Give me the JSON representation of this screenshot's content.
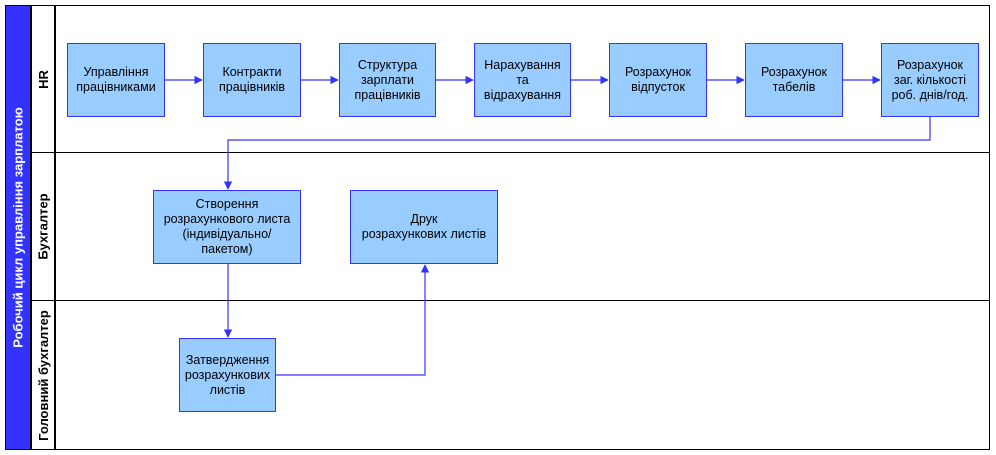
{
  "pool": {
    "title": "Робочий цикл управління зарплатою",
    "fill": "#3333ff"
  },
  "lanes": [
    {
      "label": "HR"
    },
    {
      "label": "Бухгалтер"
    },
    {
      "label": "Головний бухгалтер"
    }
  ],
  "boxes": {
    "employee_mgmt": "Управління\nпрацівниками",
    "employee_contracts": "Контракти\nпрацівників",
    "salary_structure": "Структура\nзарплати\nпрацівників",
    "accruals": "Нарахування\nта\nвідрахування",
    "vacation_calc": "Розрахунок\nвідпусток",
    "timesheet_calc": "Розрахунок\nтабелів",
    "workdays_calc": "Розрахунок\nзаг. кількості\nроб. днів/год.",
    "create_payslip": "Створення\nрозрахункового листа\n(індивідуально/\nпакетом)",
    "print_payslips": "Друк\nрозрахункових листів",
    "approve_payslips": "Затвердження\nрозрахункових\nлистів"
  },
  "colors": {
    "box_fill": "#99ccff",
    "box_border": "#3333ff",
    "connector": "#3333ff",
    "lane_border": "#000000"
  }
}
